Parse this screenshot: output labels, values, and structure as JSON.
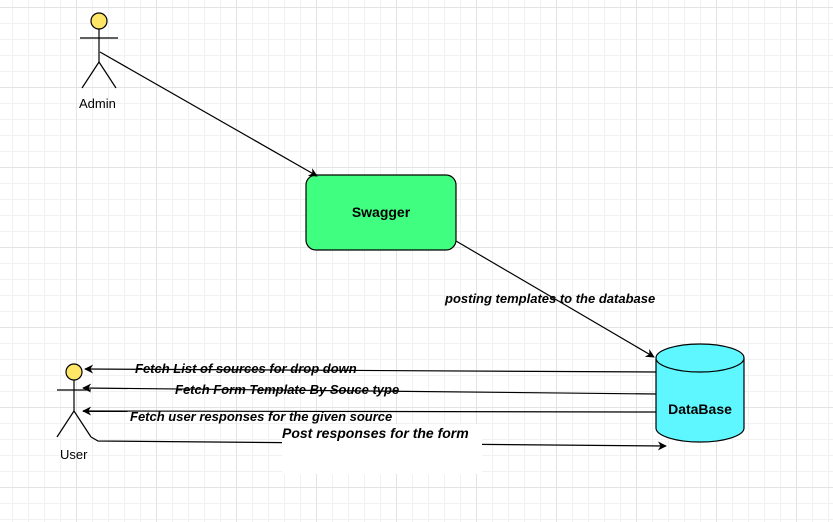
{
  "actors": {
    "admin": {
      "label": "Admin"
    },
    "user": {
      "label": "User"
    }
  },
  "nodes": {
    "swagger": {
      "label": "Swagger",
      "fill": "#40ff80"
    },
    "database": {
      "label": "DataBase",
      "fill": "#5ff7ff"
    }
  },
  "edges": {
    "posting": "posting templates to the database",
    "fetch_sources": "Fetch List of sources for drop down",
    "fetch_template": "Fetch Form Template By Souce type",
    "fetch_responses": "Fetch  user responses for the given source",
    "post_responses": "Post responses for the form"
  },
  "colors": {
    "actor_head": "#ffe666",
    "stroke": "#000000"
  }
}
